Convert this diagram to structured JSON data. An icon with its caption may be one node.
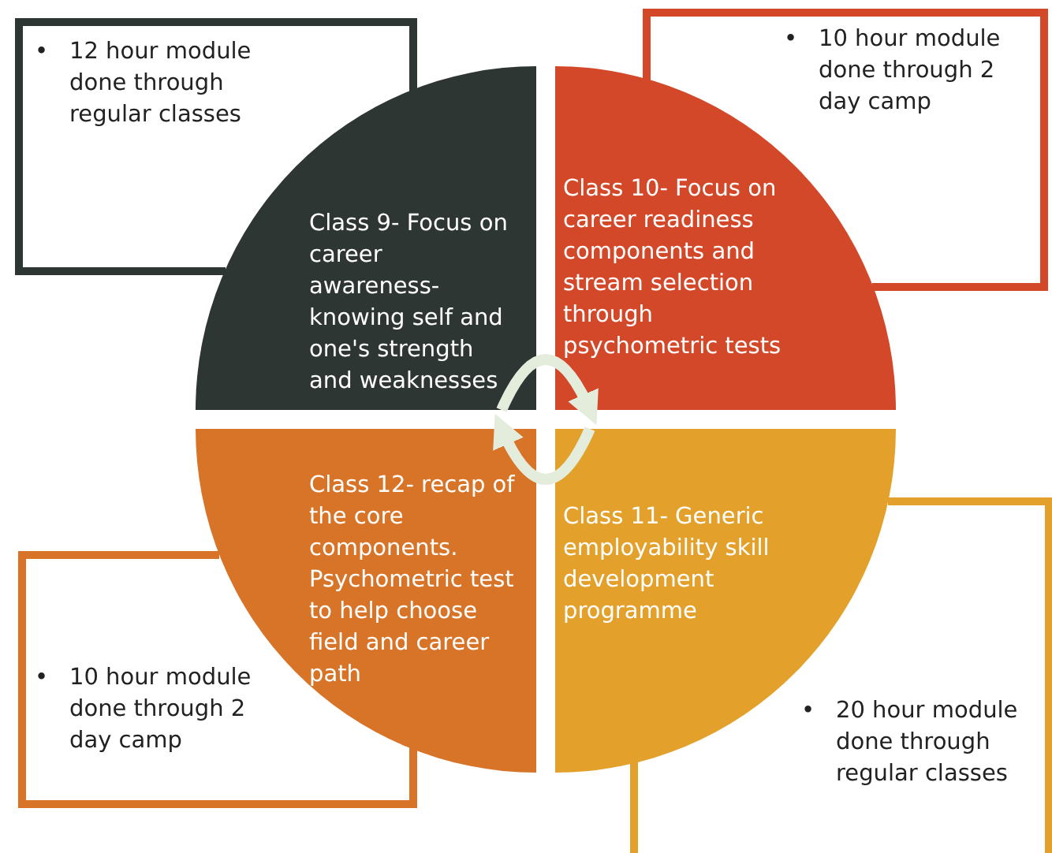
{
  "diagram": {
    "nodes": [
      {
        "text": [
          "•",
          "12 hour module done through regular classes"
        ]
      },
      {
        "text": [
          "•",
          "10 hour module done through 2 day camp"
        ]
      },
      {
        "text": [
          "Class 9- Focus on career awareness- knowing self and one's strength and weaknesses"
        ]
      },
      {
        "text": [
          "Class 10- Focus on career readiness components and stream selection through psychometric tests"
        ]
      },
      {
        "text": [
          "Class 12- recap of the core components. Psychometric test to help choose field and career path"
        ]
      },
      {
        "text": [
          "Class 11- Generic employability skill development programme"
        ]
      },
      {
        "text": [
          "•",
          "10 hour module done through 2 day camp"
        ]
      },
      {
        "text": [
          "•",
          "20 hour module done through regular classes"
        ]
      }
    ],
    "edges": [
      {
        "from": 2,
        "to": 3,
        "arrow": "to"
      },
      {
        "from": 5,
        "to": 4,
        "arrow": "to"
      }
    ]
  }
}
